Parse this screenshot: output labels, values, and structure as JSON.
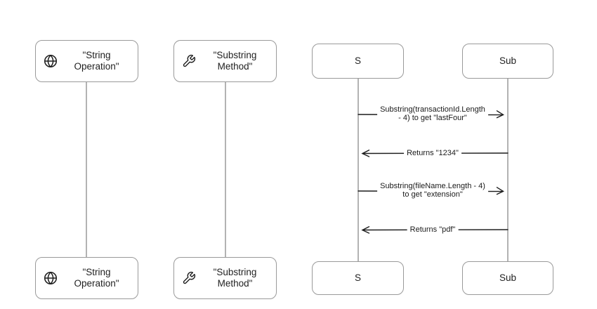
{
  "diagram": {
    "type": "sequence",
    "participants": [
      {
        "label": "\"String Operation\"",
        "icon": "globe-icon"
      },
      {
        "label": "\"Substring Method\"",
        "icon": "wrench-icon"
      },
      {
        "label": "S"
      },
      {
        "label": "Sub"
      }
    ],
    "messages": [
      {
        "from": "S",
        "to": "Sub",
        "direction": "right",
        "lines": [
          "Substring(transactionId.Length",
          "- 4) to get \"lastFour\""
        ]
      },
      {
        "from": "Sub",
        "to": "S",
        "direction": "left",
        "lines": [
          "Returns \"1234\""
        ]
      },
      {
        "from": "S",
        "to": "Sub",
        "direction": "right",
        "lines": [
          "Substring(fileName.Length - 4)",
          "to get \"extension\""
        ]
      },
      {
        "from": "Sub",
        "to": "S",
        "direction": "left",
        "lines": [
          "Returns \"pdf\""
        ]
      }
    ],
    "colors": {
      "background": "#ffffff",
      "box_border": "#9a9a9a",
      "lifeline": "#9a9a9a",
      "arrow": "#1c1c1c",
      "text": "#1f1f1f"
    }
  }
}
